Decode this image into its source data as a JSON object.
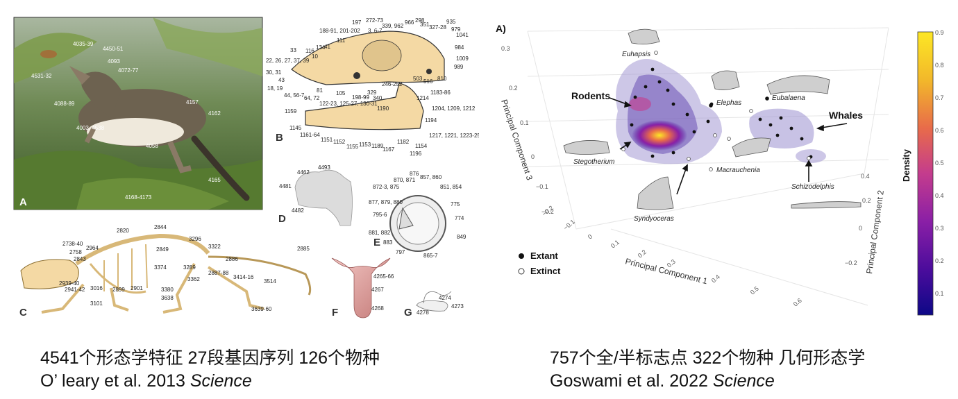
{
  "left": {
    "panel_letters": [
      "A",
      "B",
      "C",
      "D",
      "E",
      "F",
      "G"
    ],
    "char_labels_A": [
      "4035-39",
      "4450-51",
      "4093",
      "4072-77",
      "4531-32",
      "4088-89",
      "4157",
      "4162",
      "4003, 4538",
      "4058",
      "4165",
      "4168-4173"
    ],
    "char_labels_B": [
      "197",
      "272-73",
      "3, 6-7",
      "339, 962",
      "966",
      "298",
      "935",
      "979",
      "1041",
      "984",
      "1009",
      "989",
      "810",
      "516",
      "503",
      "351",
      "327-28",
      "188-91, 201-202",
      "111",
      "134",
      "41",
      "116",
      "10",
      "33",
      "22, 26, 27, 37, 39",
      "30, 31",
      "43",
      "18, 19",
      "44, 56-7",
      "64, 72",
      "81",
      "122-23, 125-27, 130-31",
      "105",
      "198-99",
      "340",
      "329",
      "246-252",
      "1183-86",
      "1214",
      "1204, 1209, 1212",
      "1194",
      "1217, 1221, 1223-25",
      "1154",
      "1196",
      "1182",
      "1167",
      "1189",
      "1153",
      "1155",
      "1152",
      "1151",
      "1161-64",
      "1145",
      "1159",
      "1190"
    ],
    "char_labels_C": [
      "2820",
      "2844",
      "3296",
      "2738-40",
      "2758",
      "2843",
      "2964",
      "2849",
      "3322",
      "2885",
      "2886",
      "2887-88",
      "3414-16",
      "3514",
      "3374",
      "3289",
      "3362",
      "2939-40",
      "2941-42",
      "3016",
      "2899",
      "2901",
      "3380",
      "3638",
      "3101",
      "3639-60"
    ],
    "char_labels_D": [
      "4462",
      "4493",
      "4481",
      "4482"
    ],
    "char_labels_E": [
      "876",
      "870, 871",
      "857, 860",
      "872-3, 875",
      "851, 854",
      "877, 879, 880",
      "795-6",
      "775",
      "774",
      "881, 882",
      "883",
      "797",
      "865-7",
      "849"
    ],
    "char_labels_F": [
      "4265-66",
      "4267",
      "4268"
    ],
    "char_labels_G": [
      "4274",
      "4273",
      "4278"
    ]
  },
  "right": {
    "panel_label": "A)",
    "colorbar": {
      "title": "Density",
      "ticks": [
        "0.9",
        "0.8",
        "0.7",
        "0.6",
        "0.5",
        "0.4",
        "0.3",
        "0.2",
        "0.1"
      ],
      "colors": [
        "#fde725",
        "#f2b82a",
        "#e86b4a",
        "#c43c8d",
        "#8a1fa6",
        "#4b0c9c",
        "#0d0887"
      ]
    },
    "axes": {
      "z_title": "Principal Component 3",
      "z_ticks": [
        "0.3",
        "0.2",
        "0.1",
        "0",
        "−0.1",
        "−0.2"
      ],
      "x_title": "Principal Component 1",
      "x_ticks": [
        "−0.2",
        "−0.1",
        "0",
        "0.1",
        "0.2",
        "0.3",
        "0.4",
        "0.5",
        "0.6"
      ],
      "y_title": "Principal Component 2",
      "y_ticks": [
        "0.4",
        "0.2",
        "0",
        "−0.2"
      ]
    },
    "taxa": [
      "Euhapsis",
      "Elephas",
      "Eubalaena",
      "Stegotherium",
      "Macrauchenia",
      "Schizodelphis",
      "Syndyoceras"
    ],
    "groups": [
      "Rodents",
      "Whales"
    ],
    "legend": {
      "extant": "Extant",
      "extinct": "Extinct"
    }
  },
  "captions": {
    "left_line1": "4541个形态学特征 27段基因序列 126个物种",
    "left_line2_authors": "O’ leary et al. 2013",
    "left_line2_journal": "Science",
    "right_line1": "757个全/半标志点 322个物种 几何形态学",
    "right_line2_authors": "Goswami et al. 2022",
    "right_line2_journal": "Science"
  }
}
